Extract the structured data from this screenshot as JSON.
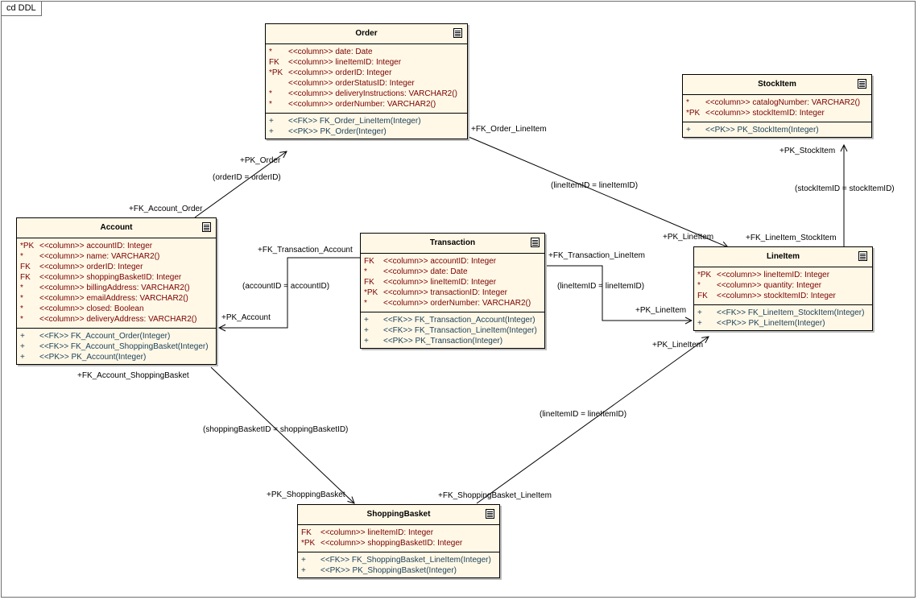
{
  "diagram": {
    "title": "cd DDL"
  },
  "tables": {
    "order": {
      "name": "Order",
      "columns": [
        {
          "key": "*",
          "text": "<<column>> date:  Date"
        },
        {
          "key": "FK",
          "text": "<<column>> lineItemID:  Integer"
        },
        {
          "key": "*PK",
          "text": "<<column>> orderID:  Integer"
        },
        {
          "key": "",
          "text": "<<column>> orderStatusID:  Integer"
        },
        {
          "key": "*",
          "text": "<<column>> deliveryInstructions:  VARCHAR2()"
        },
        {
          "key": "*",
          "text": "<<column>> orderNumber:  VARCHAR2()"
        }
      ],
      "operations": [
        {
          "key": "+",
          "text": "<<FK>> FK_Order_LineItem(Integer)"
        },
        {
          "key": "+",
          "text": "<<PK>> PK_Order(Integer)"
        }
      ]
    },
    "stockitem": {
      "name": "StockItem",
      "columns": [
        {
          "key": "*",
          "text": "<<column>> catalogNumber:  VARCHAR2()"
        },
        {
          "key": "*PK",
          "text": "<<column>> stockItemID:  Integer"
        }
      ],
      "operations": [
        {
          "key": "+",
          "text": "<<PK>> PK_StockItem(Integer)"
        }
      ]
    },
    "account": {
      "name": "Account",
      "columns": [
        {
          "key": "*PK",
          "text": "<<column>> accountID:  Integer"
        },
        {
          "key": "*",
          "text": "<<column>> name:  VARCHAR2()"
        },
        {
          "key": "FK",
          "text": "<<column>> orderID:  Integer"
        },
        {
          "key": "FK",
          "text": "<<column>> shoppingBasketID:  Integer"
        },
        {
          "key": "*",
          "text": "<<column>> billingAddress:  VARCHAR2()"
        },
        {
          "key": "*",
          "text": "<<column>> emailAddress:  VARCHAR2()"
        },
        {
          "key": "*",
          "text": "<<column>> closed:  Boolean"
        },
        {
          "key": "*",
          "text": "<<column>> deliveryAddress:  VARCHAR2()"
        }
      ],
      "operations": [
        {
          "key": "+",
          "text": "<<FK>> FK_Account_Order(Integer)"
        },
        {
          "key": "+",
          "text": "<<FK>> FK_Account_ShoppingBasket(Integer)"
        },
        {
          "key": "+",
          "text": "<<PK>> PK_Account(Integer)"
        }
      ]
    },
    "transaction": {
      "name": "Transaction",
      "columns": [
        {
          "key": "FK",
          "text": "<<column>> accountID:  Integer"
        },
        {
          "key": "*",
          "text": "<<column>> date:  Date"
        },
        {
          "key": "FK",
          "text": "<<column>> lineItemID:  Integer"
        },
        {
          "key": "*PK",
          "text": "<<column>> transactionID:  Integer"
        },
        {
          "key": "*",
          "text": "<<column>> orderNumber:  VARCHAR2()"
        }
      ],
      "operations": [
        {
          "key": "+",
          "text": "<<FK>> FK_Transaction_Account(Integer)"
        },
        {
          "key": "+",
          "text": "<<FK>> FK_Transaction_LineItem(Integer)"
        },
        {
          "key": "+",
          "text": "<<PK>> PK_Transaction(Integer)"
        }
      ]
    },
    "lineitem": {
      "name": "LineItem",
      "columns": [
        {
          "key": "*PK",
          "text": "<<column>> lineItemID:  Integer"
        },
        {
          "key": "*",
          "text": "<<column>> quantity:  Integer"
        },
        {
          "key": "FK",
          "text": "<<column>> stockItemID:  Integer"
        }
      ],
      "operations": [
        {
          "key": "+",
          "text": "<<FK>> FK_LineItem_StockItem(Integer)"
        },
        {
          "key": "+",
          "text": "<<PK>> PK_LineItem(Integer)"
        }
      ]
    },
    "shoppingbasket": {
      "name": "ShoppingBasket",
      "columns": [
        {
          "key": "FK",
          "text": "<<column>> lineItemID:  Integer"
        },
        {
          "key": "*PK",
          "text": "<<column>> shoppingBasketID:  Integer"
        }
      ],
      "operations": [
        {
          "key": "+",
          "text": "<<FK>> FK_ShoppingBasket_LineItem(Integer)"
        },
        {
          "key": "+",
          "text": "<<PK>> PK_ShoppingBasket(Integer)"
        }
      ]
    }
  },
  "relationships": {
    "account_order": {
      "fk": "+FK_Account_Order",
      "pk": "+PK_Order",
      "condition": "(orderID = orderID)"
    },
    "order_lineitem": {
      "fk": "+FK_Order_LineItem",
      "pk": "+PK_LineItem",
      "condition": "(lineItemID = lineItemID)"
    },
    "lineitem_stockitem": {
      "fk": "+FK_LineItem_StockItem",
      "pk": "+PK_StockItem",
      "condition": "(stockItemID = stockItemID)"
    },
    "transaction_account": {
      "fk": "+FK_Transaction_Account",
      "pk": "+PK_Account",
      "condition": "(accountID = accountID)"
    },
    "transaction_lineitem": {
      "fk": "+FK_Transaction_LineItem",
      "pk": "+PK_LineItem",
      "condition": "(lineItemID = lineItemID)"
    },
    "account_basket": {
      "fk": "+FK_Account_ShoppingBasket",
      "pk": "+PK_ShoppingBasket",
      "condition": "(shoppingBasketID = shoppingBasketID)"
    },
    "basket_lineitem": {
      "fk": "+FK_ShoppingBasket_LineItem",
      "pk": "+PK_LineItem",
      "condition": "(lineItemID = lineItemID)"
    }
  }
}
